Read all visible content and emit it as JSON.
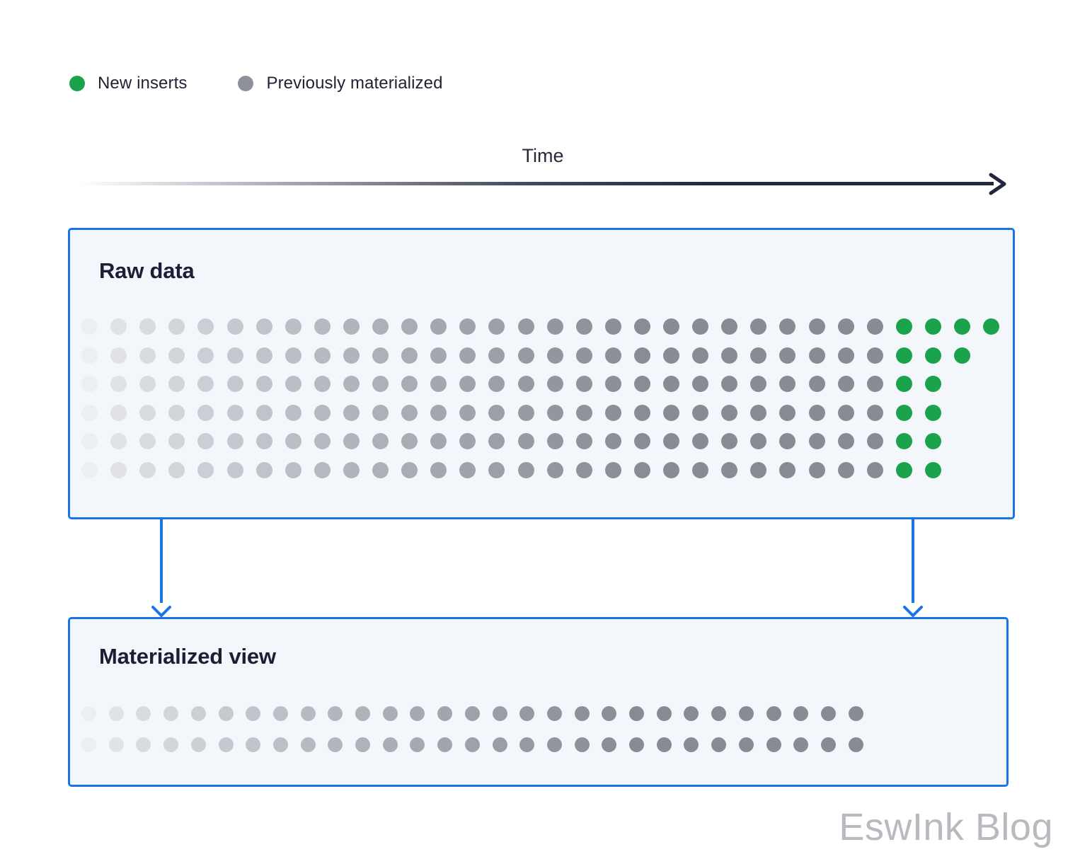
{
  "legend": {
    "items": [
      {
        "label": "New inserts",
        "color": "#1aa34a",
        "swatch": "green-dot-icon"
      },
      {
        "label": "Previously materialized",
        "color": "#8d9199",
        "swatch": "gray-dot-icon"
      }
    ]
  },
  "time_axis": {
    "label": "Time",
    "direction": "left-to-right",
    "line_color": "#23273c",
    "arrow": "arrow-right-icon"
  },
  "panels": [
    {
      "id": "raw",
      "title": "Raw data",
      "border_color": "#1a73e8",
      "fill_color": "#f3f6fb"
    },
    {
      "id": "materialized",
      "title": "Materialized view",
      "border_color": "#1a73e8",
      "fill_color": "#f3f6fb"
    }
  ],
  "connectors": [
    {
      "id": "left",
      "from": "raw",
      "to": "materialized",
      "color": "#1a73e8",
      "arrow": "arrow-down-icon"
    },
    {
      "id": "right",
      "from": "raw",
      "to": "materialized",
      "color": "#1a73e8",
      "arrow": "arrow-down-icon"
    }
  ],
  "watermark": {
    "text": "EswInk Blog",
    "color": "#b7babf"
  },
  "chart_data": {
    "type": "scatter",
    "title": "Raw data vs Materialized view over time",
    "xlabel": "Time",
    "ylabel": "",
    "grid": false,
    "legend_position": "top-left",
    "series": [
      {
        "name": "New inserts",
        "color": "#1aa34a"
      },
      {
        "name": "Previously materialized",
        "color": "#8d9199"
      }
    ],
    "panels": [
      {
        "name": "Raw data",
        "rows": 6,
        "dot_diameter": 23,
        "col_spacing": 41.1,
        "origin_x": 112,
        "origin_y": 447,
        "row_spacing": 40.6,
        "total_columns_per_row": [
          32,
          31,
          30,
          30,
          30,
          30
        ],
        "green_counts_per_row": [
          4,
          3,
          2,
          2,
          2,
          2
        ],
        "gray_fade_from": "#eceef2",
        "gray_fade_to": "#868b94"
      },
      {
        "name": "Materialized view",
        "rows": 2,
        "dot_diameter": 21,
        "col_spacing": 38.7,
        "origin_x": 112,
        "origin_y": 995,
        "row_spacing": 44,
        "total_columns_per_row": [
          29,
          29
        ],
        "green_counts_per_row": [
          0,
          0
        ],
        "gray_fade_from": "#eceef2",
        "gray_fade_to": "#868b94"
      }
    ]
  }
}
